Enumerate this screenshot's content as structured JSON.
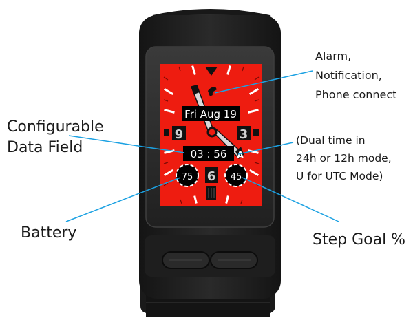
{
  "watch": {
    "date": "Fri Aug 19",
    "time": "03 : 56",
    "time_mode": "A",
    "battery": "75",
    "step_goal": "45",
    "digit_left": "9",
    "digit_right": "3",
    "digit_bottom": "6"
  },
  "labels": {
    "configurable": "Configurable",
    "data_field": "Data Field",
    "battery": "Battery",
    "step_goal": "Step Goal %",
    "alarm_lines": [
      "Alarm,",
      "Notification,",
      "Phone connect"
    ],
    "mode_lines": [
      "(Dual time in",
      "24h or 12h mode,",
      "U for UTC Mode)"
    ]
  },
  "colors": {
    "face_red": "#ee1c10",
    "case_black": "#1c1c1c",
    "pointer_blue": "#1ba1e2"
  }
}
